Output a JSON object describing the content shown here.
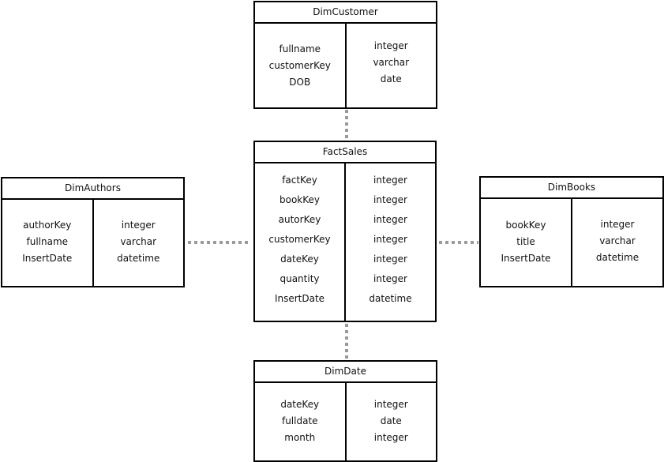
{
  "tables": {
    "dim_customer": {
      "title": "DimCustomer",
      "fields": [
        "fullname",
        "customerKey",
        "DOB"
      ],
      "types": [
        "integer",
        "varchar",
        "date"
      ]
    },
    "fact_sales": {
      "title": "FactSales",
      "fields": [
        "factKey",
        "bookKey",
        "autorKey",
        "customerKey",
        "dateKey",
        "quantity",
        "InsertDate"
      ],
      "types": [
        "integer",
        "integer",
        "integer",
        "integer",
        "integer",
        "integer",
        "datetime"
      ]
    },
    "dim_authors": {
      "title": "DimAuthors",
      "fields": [
        "authorKey",
        "fullname",
        "InsertDate"
      ],
      "types": [
        "integer",
        "varchar",
        "datetime"
      ]
    },
    "dim_books": {
      "title": "DimBooks",
      "fields": [
        "bookKey",
        "title",
        "InsertDate"
      ],
      "types": [
        "integer",
        "varchar",
        "datetime"
      ]
    },
    "dim_date": {
      "title": "DimDate",
      "fields": [
        "dateKey",
        "fulldate",
        "month"
      ],
      "types": [
        "integer",
        "date",
        "integer"
      ]
    }
  }
}
